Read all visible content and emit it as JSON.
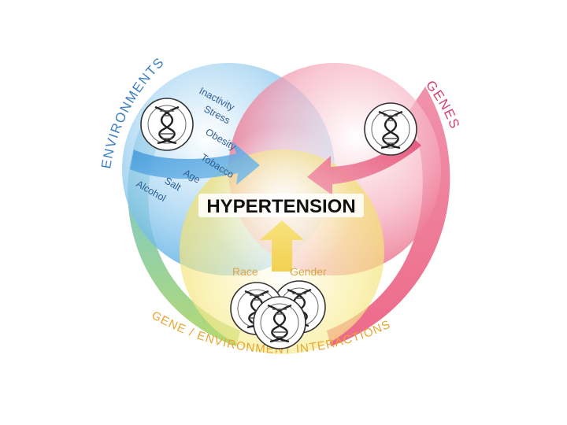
{
  "center_title": "HYPERTENSION",
  "environments": {
    "label": "ENVIRONMENTS",
    "color": "#3c7fc3",
    "factors": [
      "Inactivity",
      "Stress",
      "Obesity",
      "Tobacco",
      "Age",
      "Salt",
      "Alcohol"
    ]
  },
  "genes": {
    "label": "GENES",
    "color": "#d0406e"
  },
  "interactions": {
    "label": "GENE / ENVIRONMENT INTERACTIONS",
    "color": "#e9a531",
    "factors": [
      "Race",
      "Gender"
    ]
  },
  "colors": {
    "blue": "#7cc0ea",
    "pink": "#ee7f9d",
    "yellow": "#f4e479",
    "green": "#8cc95a",
    "title": "#111111"
  },
  "icons": [
    "dna-chromosome-icon"
  ]
}
